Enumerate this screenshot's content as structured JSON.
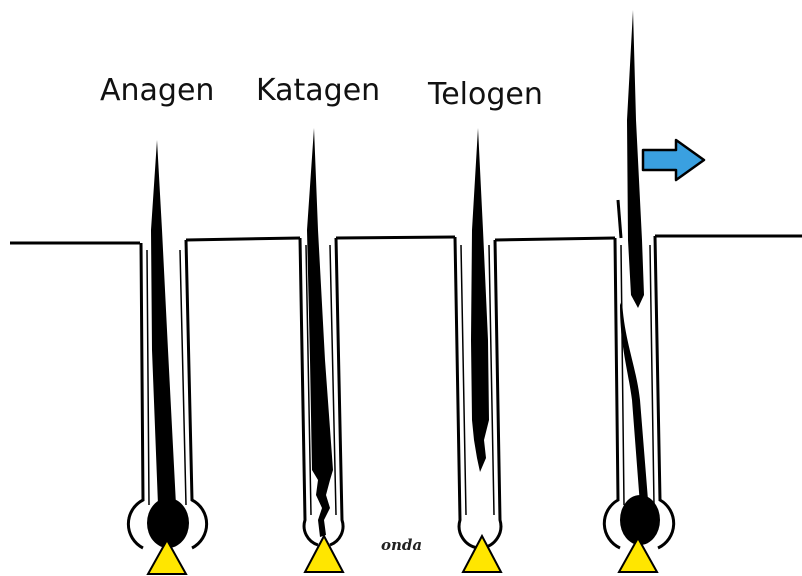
{
  "phases": [
    {
      "label": "Anagen"
    },
    {
      "label": "Katagen"
    },
    {
      "label": "Telogen"
    }
  ],
  "watermark": "onda",
  "colors": {
    "hair": "#000000",
    "outline": "#000000",
    "papilla": "#ffe600",
    "arrow": "#3aa0e0",
    "background": "#ffffff"
  },
  "icons": {
    "shedding_arrow": "right-arrow-icon",
    "papilla": "triangle-icon"
  }
}
